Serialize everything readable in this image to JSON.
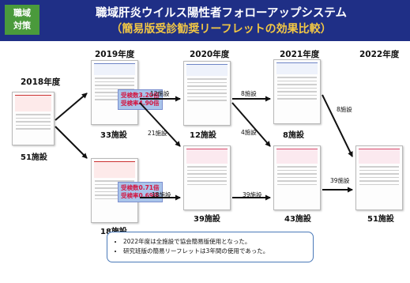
{
  "header": {
    "badge_line1": "職域",
    "badge_line2": "対策",
    "title": "職域肝炎ウイルス陽性者フォローアップシステム",
    "subtitle": "（簡易版受診勧奨リーフレットの効果比較）"
  },
  "years": [
    "2018年度",
    "2019年度",
    "2020年度",
    "2021年度",
    "2022年度"
  ],
  "counts": {
    "y2018": "51施設",
    "y2019_top": "33施設",
    "y2019_bottom": "18施設",
    "y2020_top": "12施設",
    "y2020_bottom": "39施設",
    "y2021_top": "8施設",
    "y2021_bottom": "43施設",
    "y2022": "51施設"
  },
  "flows": {
    "a": "12施設",
    "b": "21施設",
    "c": "18施設",
    "d": "8施設",
    "e": "4施設",
    "f": "39施設",
    "g": "8施設",
    "h": "39施設"
  },
  "callouts": {
    "top_line1": "受検数3.20倍",
    "top_line2": "受検率4.90倍",
    "bottom_line1": "受検数0.71倍",
    "bottom_line2": "受検率0.69倍"
  },
  "notes": [
    "2022年度は全施設で協会簡易版使用となった。",
    "研究班版の簡易リーフレットは3年間の使用であった。"
  ]
}
